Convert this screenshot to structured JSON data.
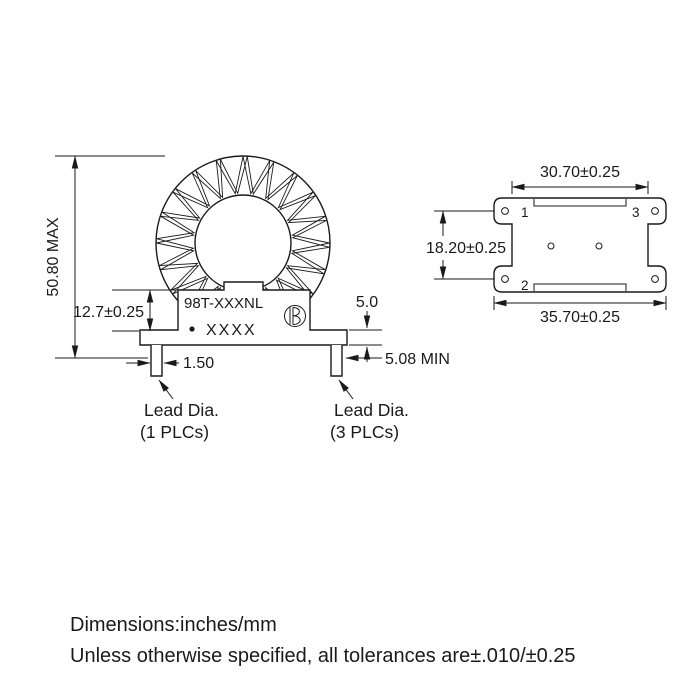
{
  "front_view": {
    "part_number": "98T-XXXNL",
    "part_code": "XXXX",
    "dims": {
      "overall_height": "50.80 MAX",
      "base_height": "12.7±0.25",
      "lead_width": "1.50",
      "standoff": "5.0",
      "lead_length": "5.08 MIN"
    },
    "lead_label_left": {
      "line1": "Lead Dia.",
      "line2": "(1 PLCs)"
    },
    "lead_label_right": {
      "line1": "Lead Dia.",
      "line2": "(3 PLCs)"
    }
  },
  "bottom_view": {
    "dims": {
      "inner_width": "30.70±0.25",
      "pin_row_spacing": "18.20±0.25",
      "overall_width": "35.70±0.25"
    },
    "pins": {
      "p1": "1",
      "p2": "2",
      "p3": "3"
    }
  },
  "notes": {
    "units": "Dimensions:inches/mm",
    "tolerance": "Unless otherwise specified, all tolerances are±.010/±0.25"
  },
  "colors": {
    "line": "#1a1a1a",
    "background": "#ffffff"
  }
}
